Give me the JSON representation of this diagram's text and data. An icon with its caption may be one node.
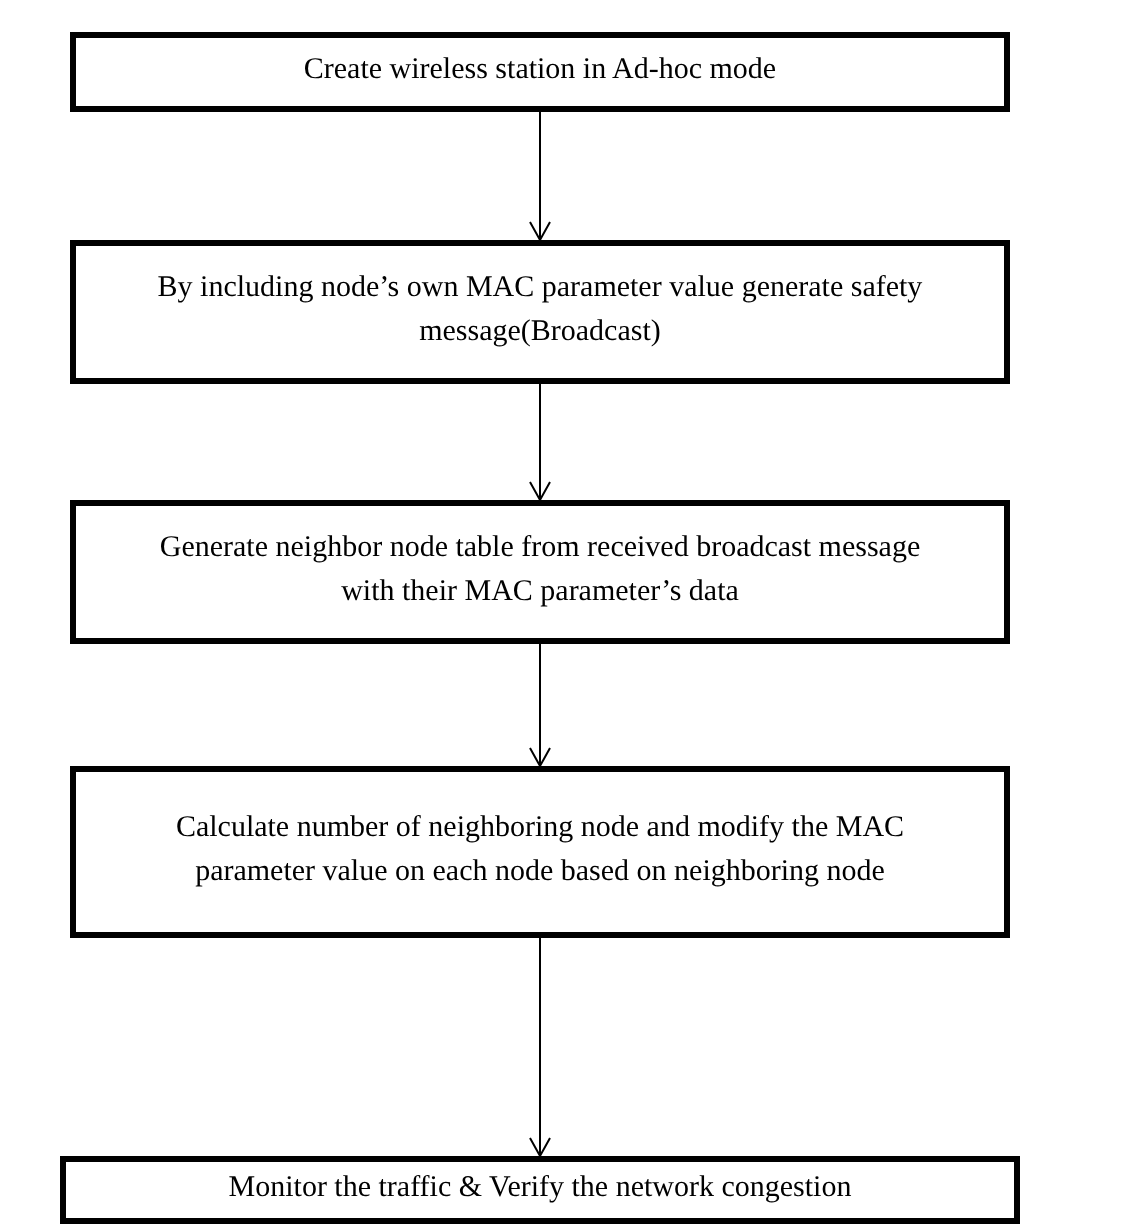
{
  "diagram": {
    "nodes": [
      {
        "text": [
          "Create wireless station in Ad-hoc mode"
        ]
      },
      {
        "text": [
          "By including node’s own MAC parameter value generate safety message(Broadcast)"
        ]
      },
      {
        "text": [
          "Generate neighbor node table from received broadcast message with their MAC parameter’s data"
        ]
      },
      {
        "text": [
          "Calculate number of neighboring node and modify the MAC parameter value on each node based on neighboring node"
        ]
      },
      {
        "text": [
          "Monitor the traffic & Verify the network congestion"
        ]
      }
    ],
    "edges": [
      {
        "from": 0,
        "to": 1,
        "arrow": "to"
      },
      {
        "from": 1,
        "to": 2,
        "arrow": "to"
      },
      {
        "from": 2,
        "to": 3,
        "arrow": "to"
      },
      {
        "from": 3,
        "to": 4,
        "arrow": "to"
      }
    ]
  }
}
